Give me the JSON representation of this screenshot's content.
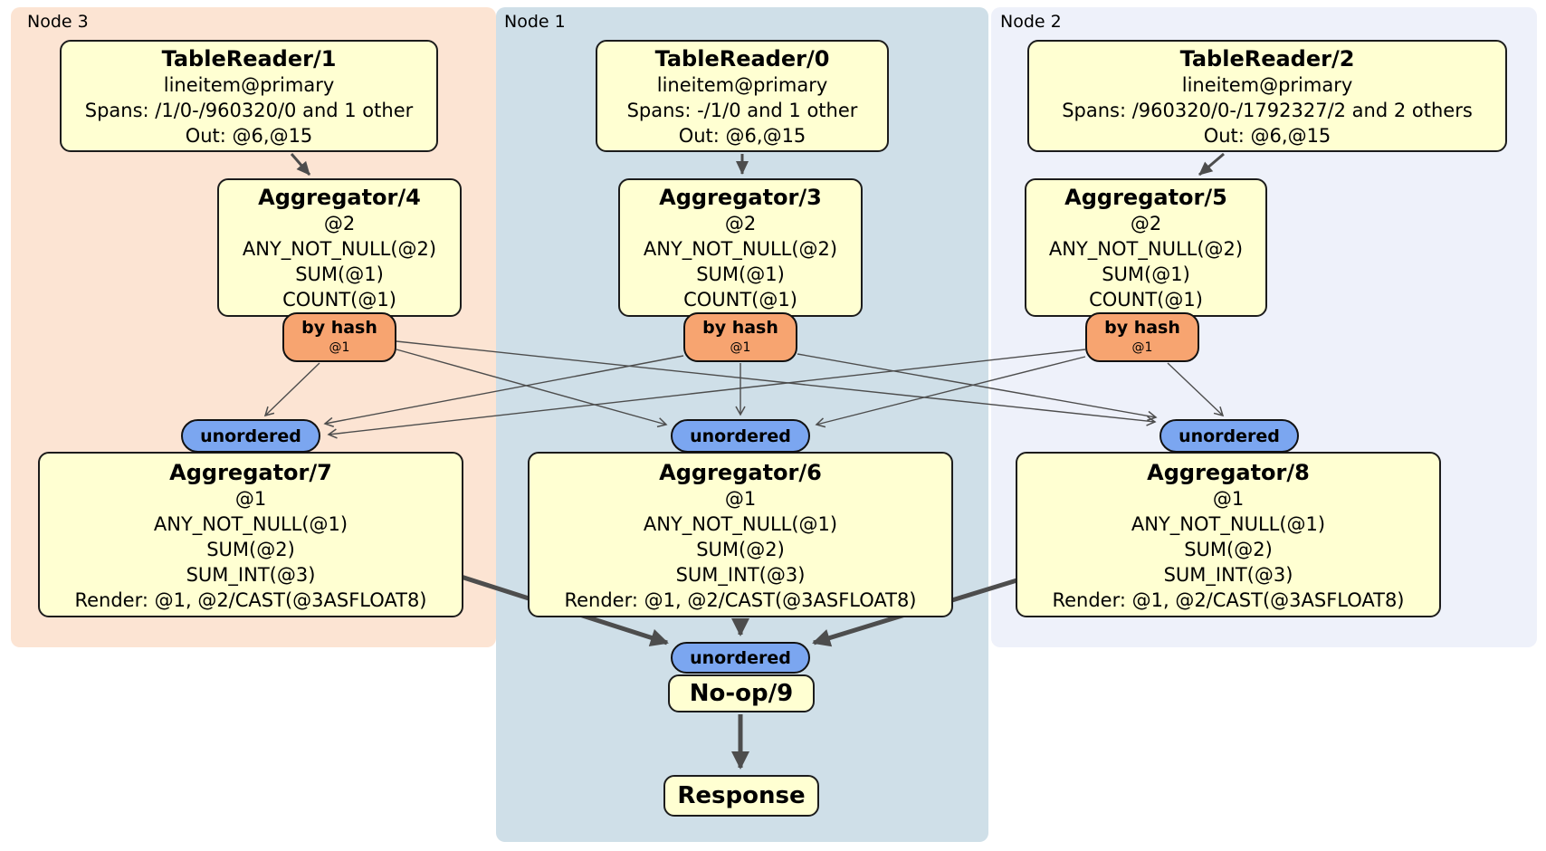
{
  "diagram": {
    "colors": {
      "node3_bg": "#fce4d3",
      "node1_bg": "#cfdfe8",
      "node2_bg": "#eef1fa",
      "box_bg": "#ffffd2",
      "box_border": "#1c1c1c",
      "byhash_bg": "#f7a470",
      "unordered_bg": "#7ba6f0",
      "edge": "#4d4d4d"
    },
    "regions": {
      "node3": {
        "label": "Node 3",
        "tablereader": {
          "title": "TableReader/1",
          "lines": [
            "lineitem@primary",
            "Spans: /1/0-/960320/0 and 1 other",
            "Out: @6,@15"
          ]
        },
        "aggregator_top": {
          "title": "Aggregator/4",
          "lines": [
            "@2",
            "ANY_NOT_NULL(@2)",
            "SUM(@1)",
            "COUNT(@1)"
          ]
        },
        "byhash": {
          "label": "by hash",
          "sub": "@1"
        },
        "unordered_label": "unordered",
        "aggregator_bottom": {
          "title": "Aggregator/7",
          "lines": [
            "@1",
            "ANY_NOT_NULL(@1)",
            "SUM(@2)",
            "SUM_INT(@3)",
            "Render: @1, @2/CAST(@3ASFLOAT8)"
          ]
        }
      },
      "node1": {
        "label": "Node 1",
        "tablereader": {
          "title": "TableReader/0",
          "lines": [
            "lineitem@primary",
            "Spans: -/1/0 and 1 other",
            "Out: @6,@15"
          ]
        },
        "aggregator_top": {
          "title": "Aggregator/3",
          "lines": [
            "@2",
            "ANY_NOT_NULL(@2)",
            "SUM(@1)",
            "COUNT(@1)"
          ]
        },
        "byhash": {
          "label": "by hash",
          "sub": "@1"
        },
        "unordered_label": "unordered",
        "aggregator_bottom": {
          "title": "Aggregator/6",
          "lines": [
            "@1",
            "ANY_NOT_NULL(@1)",
            "SUM(@2)",
            "SUM_INT(@3)",
            "Render: @1, @2/CAST(@3ASFLOAT8)"
          ]
        }
      },
      "node2": {
        "label": "Node 2",
        "tablereader": {
          "title": "TableReader/2",
          "lines": [
            "lineitem@primary",
            "Spans: /960320/0-/1792327/2 and 2 others",
            "Out: @6,@15"
          ]
        },
        "aggregator_top": {
          "title": "Aggregator/5",
          "lines": [
            "@2",
            "ANY_NOT_NULL(@2)",
            "SUM(@1)",
            "COUNT(@1)"
          ]
        },
        "byhash": {
          "label": "by hash",
          "sub": "@1"
        },
        "unordered_label": "unordered",
        "aggregator_bottom": {
          "title": "Aggregator/8",
          "lines": [
            "@1",
            "ANY_NOT_NULL(@1)",
            "SUM(@2)",
            "SUM_INT(@3)",
            "Render: @1, @2/CAST(@3ASFLOAT8)"
          ]
        }
      }
    },
    "sink": {
      "unordered_label": "unordered",
      "noop_title": "No-op/9",
      "response_title": "Response"
    }
  }
}
